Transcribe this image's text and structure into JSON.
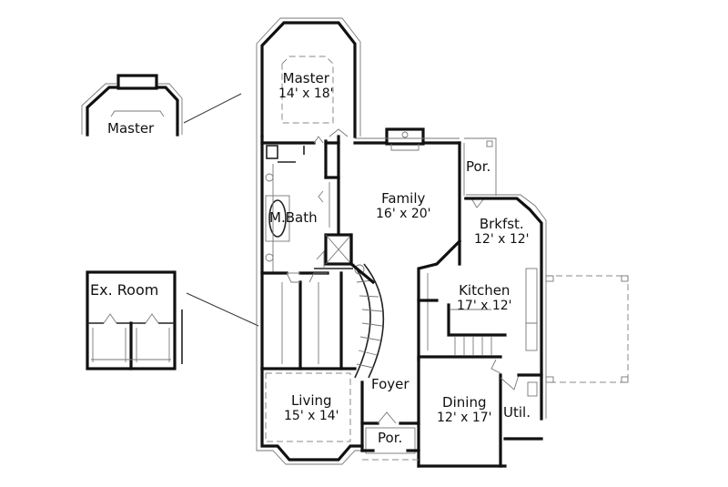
{
  "plan": {
    "rooms": [
      {
        "id": "master",
        "name": "Master",
        "dims": "14' x 18'"
      },
      {
        "id": "family",
        "name": "Family",
        "dims": "16' x 20'"
      },
      {
        "id": "mbath",
        "name": "M.Bath",
        "dims": ""
      },
      {
        "id": "brkfst",
        "name": "Brkfst.",
        "dims": "12' x 12'"
      },
      {
        "id": "kitchen",
        "name": "Kitchen",
        "dims": "17' x 12'"
      },
      {
        "id": "living",
        "name": "Living",
        "dims": "15' x 14'"
      },
      {
        "id": "foyer",
        "name": "Foyer",
        "dims": ""
      },
      {
        "id": "dining",
        "name": "Dining",
        "dims": "12' x 17'"
      },
      {
        "id": "util",
        "name": "Util.",
        "dims": ""
      },
      {
        "id": "porch_rear",
        "name": "Por.",
        "dims": ""
      },
      {
        "id": "porch_front",
        "name": "Por.",
        "dims": ""
      }
    ],
    "insets": [
      {
        "id": "alt_master",
        "name": "Master"
      },
      {
        "id": "ex_room",
        "name": "Ex. Room"
      }
    ]
  },
  "colors": {
    "wall": "#111111",
    "thin": "#777777",
    "background": "#ffffff"
  }
}
